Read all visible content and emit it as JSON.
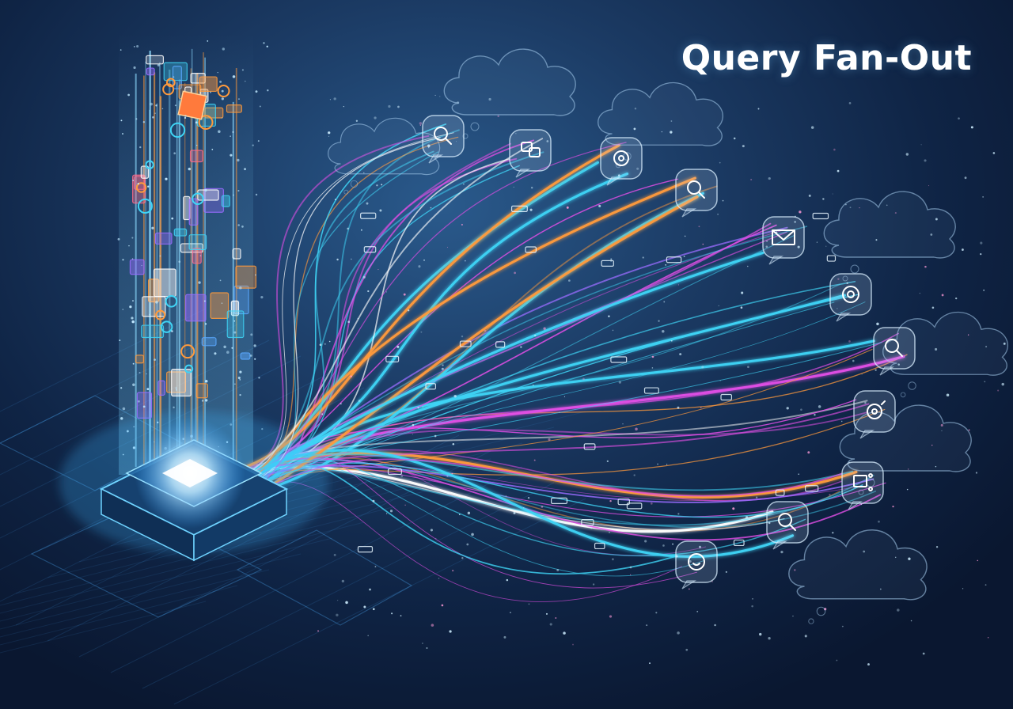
{
  "title": "Query Fan-Out",
  "colors": {
    "cyan": "#3fd4f5",
    "magenta": "#e24ee6",
    "orange": "#ff9a3c",
    "violet": "#9a6cff",
    "glow": "#eaf6ff",
    "background": "#0f2445"
  },
  "icons": [
    {
      "name": "search-icon",
      "type": "search"
    },
    {
      "name": "chat-bubbles-icon",
      "type": "chat"
    },
    {
      "name": "gear-eye-icon",
      "type": "gear"
    },
    {
      "name": "magnifier-icon",
      "type": "magnifier"
    },
    {
      "name": "envelope-icon",
      "type": "envelope"
    },
    {
      "name": "at-sign-icon",
      "type": "at"
    },
    {
      "name": "search-settings-icon",
      "type": "search"
    },
    {
      "name": "refresh-target-icon",
      "type": "target"
    },
    {
      "name": "device-nodes-icon",
      "type": "device"
    },
    {
      "name": "search-small-icon",
      "type": "magnifier"
    },
    {
      "name": "smiley-chat-icon",
      "type": "smiley"
    }
  ],
  "clouds": [
    {
      "name": "cloud-top-center"
    },
    {
      "name": "cloud-top-left"
    },
    {
      "name": "cloud-top-right"
    },
    {
      "name": "cloud-right-upper"
    },
    {
      "name": "cloud-right-middle"
    },
    {
      "name": "cloud-right-lower"
    },
    {
      "name": "cloud-bottom-right"
    }
  ]
}
